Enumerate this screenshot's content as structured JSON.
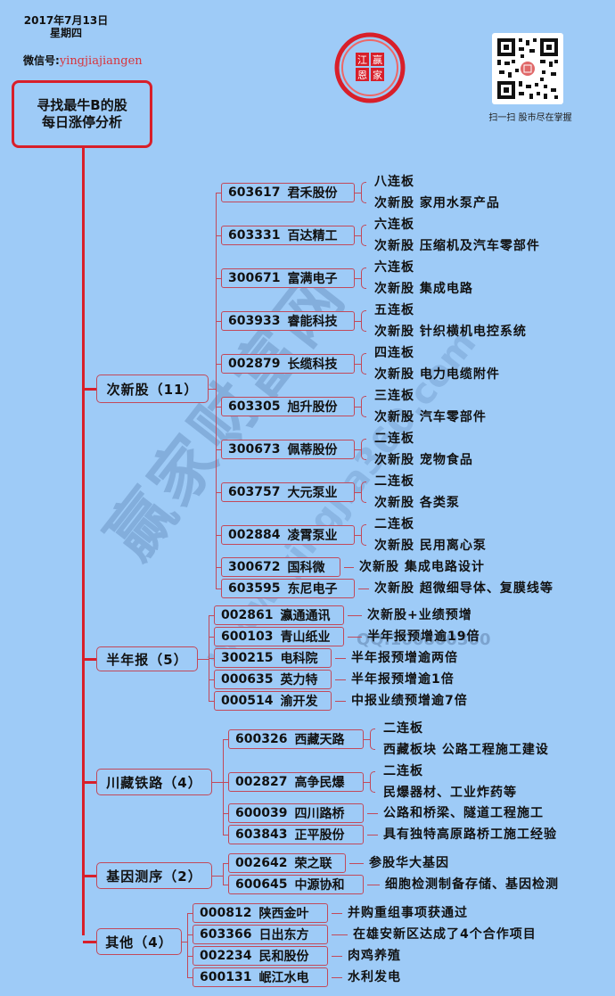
{
  "header": {
    "date": "2017年7月13日",
    "weekday": "星期四",
    "wechat_label": "微信号:",
    "wechat_id": "yingjiajiangen",
    "qr_caption": "扫一扫  股市尽在掌握",
    "logo_chars": [
      "江",
      "赢",
      "恩",
      "家"
    ]
  },
  "root": {
    "line1": "寻找最牛B的股",
    "line2": "每日涨停分析"
  },
  "watermark": {
    "text": "赢家财富网",
    "url": "www.yingjia360.com",
    "qq": "QQ:100800300"
  },
  "colors": {
    "background": "#9ecbf7",
    "accent_red": "#d81f2a",
    "box_border": "#c2495a"
  },
  "categories": [
    {
      "label": "次新股（11）",
      "stocks": [
        {
          "code": "603617",
          "name": "君禾股份",
          "lines": [
            "八连板",
            "次新股  家用水泵产品"
          ]
        },
        {
          "code": "603331",
          "name": "百达精工",
          "lines": [
            "六连板",
            "次新股  压缩机及汽车零部件"
          ]
        },
        {
          "code": "300671",
          "name": "富满电子",
          "lines": [
            "六连板",
            "次新股  集成电路"
          ]
        },
        {
          "code": "603933",
          "name": "睿能科技",
          "lines": [
            "五连板",
            "次新股  针织横机电控系统"
          ]
        },
        {
          "code": "002879",
          "name": "长缆科技",
          "lines": [
            "四连板",
            "次新股  电力电缆附件"
          ]
        },
        {
          "code": "603305",
          "name": "旭升股份",
          "lines": [
            "三连板",
            "次新股  汽车零部件"
          ]
        },
        {
          "code": "300673",
          "name": "佩蒂股份",
          "lines": [
            "二连板",
            "次新股  宠物食品"
          ]
        },
        {
          "code": "603757",
          "name": "大元泵业",
          "lines": [
            "二连板",
            "次新股  各类泵"
          ]
        },
        {
          "code": "002884",
          "name": "凌霄泵业",
          "lines": [
            "二连板",
            "次新股  民用离心泵"
          ]
        },
        {
          "code": "300672",
          "name": "国科微",
          "lines": [
            "次新股  集成电路设计"
          ]
        },
        {
          "code": "603595",
          "name": "东尼电子",
          "lines": [
            "次新股  超微细导体、复膜线等"
          ]
        }
      ]
    },
    {
      "label": "半年报（5）",
      "stocks": [
        {
          "code": "002861",
          "name": "瀛通通讯",
          "lines": [
            "次新股+业绩预增"
          ]
        },
        {
          "code": "600103",
          "name": "青山纸业",
          "lines": [
            "半年报预增逾19倍"
          ]
        },
        {
          "code": "300215",
          "name": "电科院",
          "lines": [
            "半年报预增逾两倍"
          ]
        },
        {
          "code": "000635",
          "name": "英力特",
          "lines": [
            "半年报预增逾1倍"
          ]
        },
        {
          "code": "000514",
          "name": "渝开发",
          "lines": [
            "中报业绩预增逾7倍"
          ]
        }
      ]
    },
    {
      "label": "川藏铁路（4）",
      "stocks": [
        {
          "code": "600326",
          "name": "西藏天路",
          "lines": [
            "二连板",
            "西藏板块  公路工程施工建设"
          ]
        },
        {
          "code": "002827",
          "name": "高争民爆",
          "lines": [
            "二连板",
            "民爆器材、工业炸药等"
          ]
        },
        {
          "code": "600039",
          "name": "四川路桥",
          "lines": [
            "公路和桥梁、隧道工程施工"
          ]
        },
        {
          "code": "603843",
          "name": "正平股份",
          "lines": [
            "具有独特高原路桥工施工经验"
          ]
        }
      ]
    },
    {
      "label": "基因测序（2）",
      "stocks": [
        {
          "code": "002642",
          "name": "荣之联",
          "lines": [
            "参股华大基因"
          ]
        },
        {
          "code": "600645",
          "name": "中源协和",
          "lines": [
            "细胞检测制备存储、基因检测"
          ]
        }
      ]
    },
    {
      "label": "其他（4）",
      "stocks": [
        {
          "code": "000812",
          "name": "陕西金叶",
          "lines": [
            "并购重组事项获通过"
          ]
        },
        {
          "code": "603366",
          "name": "日出东方",
          "lines": [
            "在雄安新区达成了4个合作项目"
          ]
        },
        {
          "code": "002234",
          "name": "民和股份",
          "lines": [
            "肉鸡养殖"
          ]
        },
        {
          "code": "600131",
          "name": "岷江水电",
          "lines": [
            "水利发电"
          ]
        }
      ]
    }
  ]
}
